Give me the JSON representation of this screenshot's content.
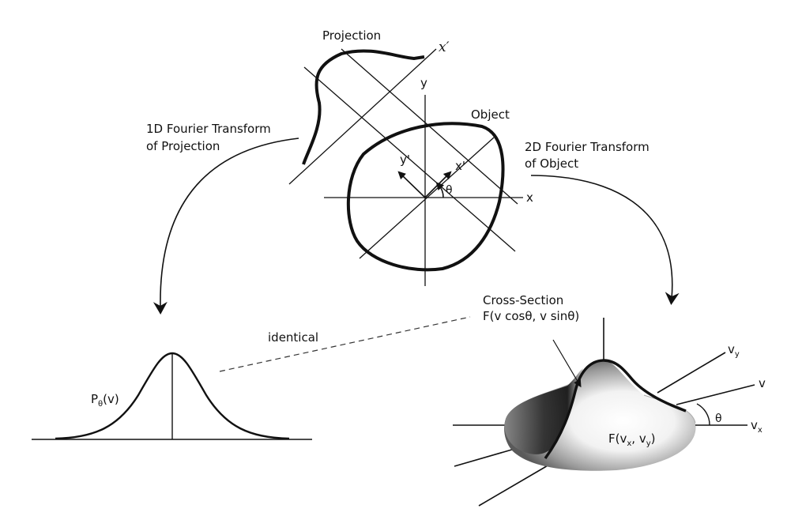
{
  "labels": {
    "projection": "Projection",
    "x_prime_axis": "x′",
    "y_axis": "y",
    "object": "Object",
    "x_axis": "x",
    "y_prime": "y'",
    "x_prime": "x'",
    "theta_center": "θ",
    "fourier_1d_line1": "1D Fourier Transform",
    "fourier_1d_line2": "of Projection",
    "fourier_2d_line1": "2D Fourier Transform",
    "fourier_2d_line2": "of Object",
    "cross_section_line1": "Cross-Section",
    "cross_section_line2": "F(v cosθ, v sinθ)",
    "identical": "identical",
    "p_main": "P",
    "p_sub": "θ",
    "p_tail": "(v)",
    "vy_main": "v",
    "vy_sub": "y",
    "v_label": "v",
    "theta_right": "θ",
    "vx_main": "v",
    "vx_sub": "x",
    "f_main": "F(v",
    "f_sub1": "x",
    "f_mid": ", v",
    "f_sub2": "y",
    "f_tail": ")"
  },
  "colors": {
    "ink": "#111111",
    "surface_light": "#ffffff",
    "surface_dark": "#1a1a1a"
  }
}
